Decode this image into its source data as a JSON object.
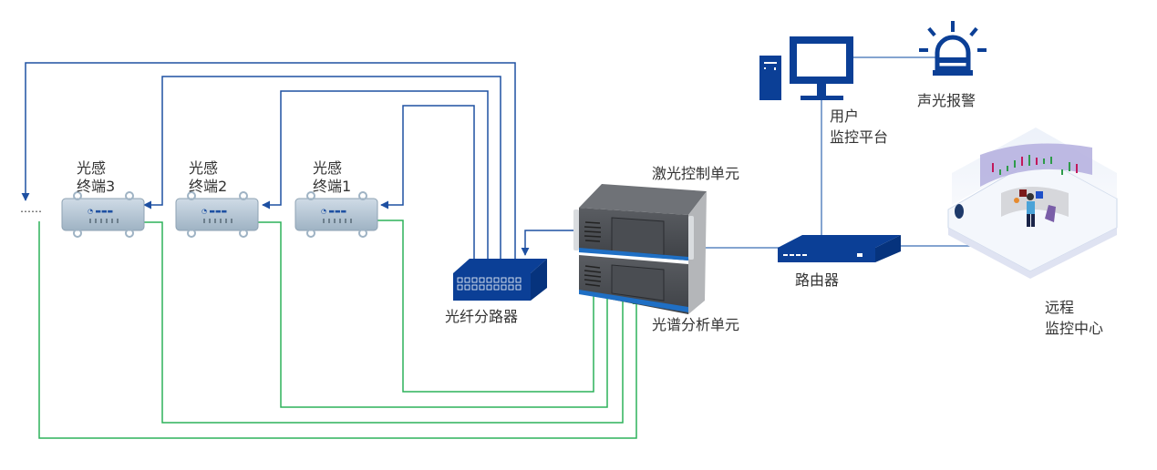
{
  "colors": {
    "control_line": "#1e50a2",
    "signal_line": "#2db25a",
    "network_line": "#5b86c0",
    "device_blue": "#0b3f96",
    "terminal_body": "#b9cad8"
  },
  "nodes": {
    "terminal_3": {
      "line1": "光感",
      "line2": "终端3"
    },
    "terminal_2": {
      "line1": "光感",
      "line2": "终端2"
    },
    "terminal_1": {
      "line1": "光感",
      "line2": "终端1"
    },
    "ellipsis": "……",
    "splitter": {
      "label": "光纤分路器"
    },
    "laser_control": {
      "label": "激光控制单元"
    },
    "spectrum_analysis": {
      "label": "光谱分析单元"
    },
    "router": {
      "label": "路由器"
    },
    "user_platform": {
      "line1": "用户",
      "line2": "监控平台"
    },
    "alarm": {
      "label": "声光报警"
    },
    "remote_center": {
      "line1": "远程",
      "line2": "监控中心"
    }
  }
}
